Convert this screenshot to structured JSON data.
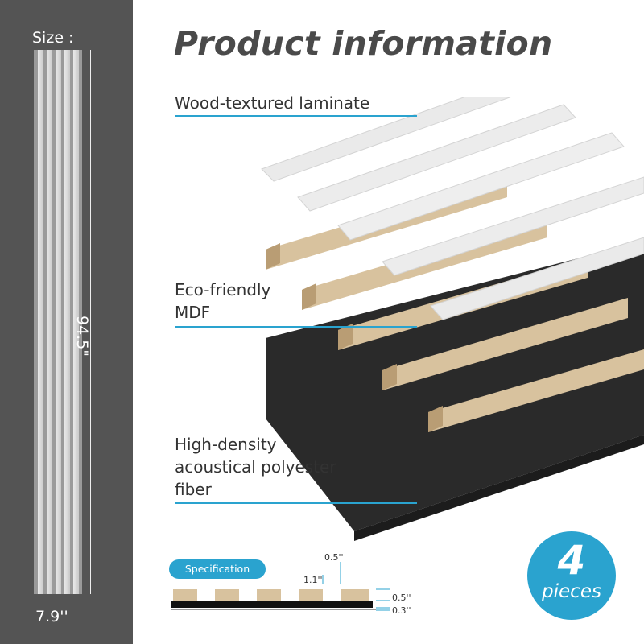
{
  "size": {
    "label": "Size :",
    "height": "94.5\"",
    "width": "7.9''"
  },
  "title": "Product information",
  "layers": [
    {
      "label": "Wood-textured laminate"
    },
    {
      "label": "Eco-friendly\nMDF"
    },
    {
      "label": "High-density\nacoustical polyester\nfiber"
    }
  ],
  "specification": {
    "label": "Specification",
    "dims": {
      "top": "0.5''",
      "gap": "1.1''",
      "slat_thickness": "0.5''",
      "felt_thickness": "0.3''"
    }
  },
  "badge": {
    "number": "4",
    "text": "pieces"
  },
  "colors": {
    "accent": "#2aa3cf",
    "dark_panel": "#545454",
    "mdf": "#cdb48f",
    "felt": "#2a2a2a",
    "laminate": "#ececec"
  }
}
